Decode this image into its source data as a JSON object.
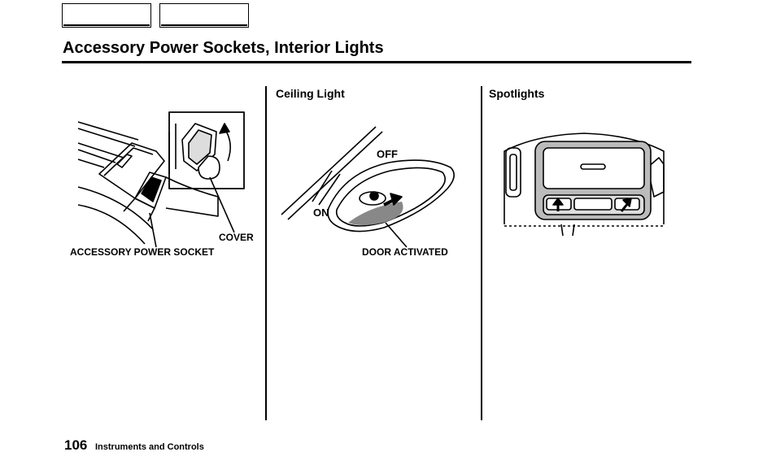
{
  "header": {
    "title": "Accessory Power Sockets, Interior Lights"
  },
  "sections": {
    "power_socket": {
      "callouts": {
        "cover": "COVER",
        "socket": "ACCESSORY POWER SOCKET"
      }
    },
    "ceiling_light": {
      "heading": "Ceiling Light",
      "callouts": {
        "off": "OFF",
        "on": "ON",
        "door": "DOOR ACTIVATED"
      }
    },
    "spotlights": {
      "heading": "Spotlights"
    }
  },
  "footer": {
    "page_number": "106",
    "section": "Instruments and Controls"
  }
}
